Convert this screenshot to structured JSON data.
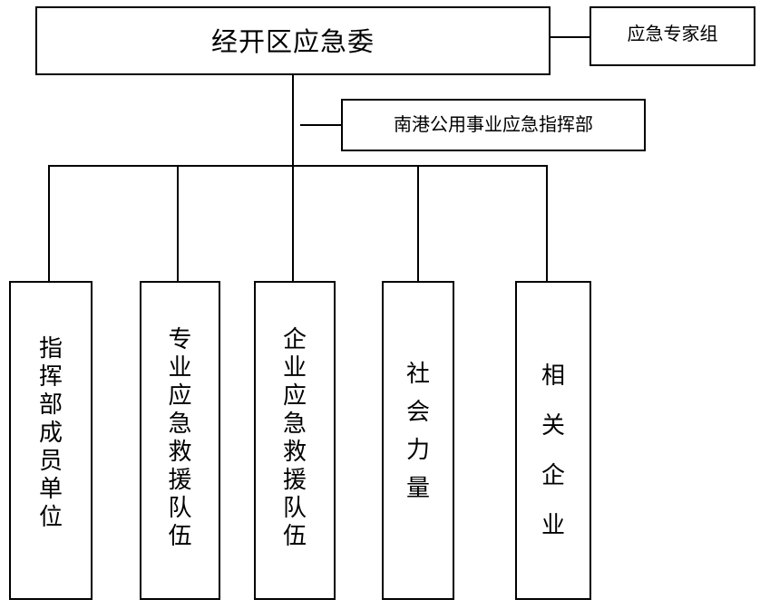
{
  "top": {
    "title": "经开区应急委"
  },
  "expert": {
    "label": "应急专家组"
  },
  "command": {
    "label": "南港公用事业应急指挥部"
  },
  "columns": [
    {
      "chars": [
        "指",
        "挥",
        "部",
        "成",
        "员",
        "单",
        "位"
      ]
    },
    {
      "chars": [
        "专",
        "业",
        "应",
        "急",
        "救",
        "援",
        "队",
        "伍"
      ]
    },
    {
      "chars": [
        "企",
        "业",
        "应",
        "急",
        "救",
        "援",
        "队",
        "伍"
      ]
    },
    {
      "chars": [
        "社",
        "会",
        "力",
        "量"
      ]
    },
    {
      "chars": [
        "相",
        "关",
        "企",
        "业"
      ]
    }
  ]
}
